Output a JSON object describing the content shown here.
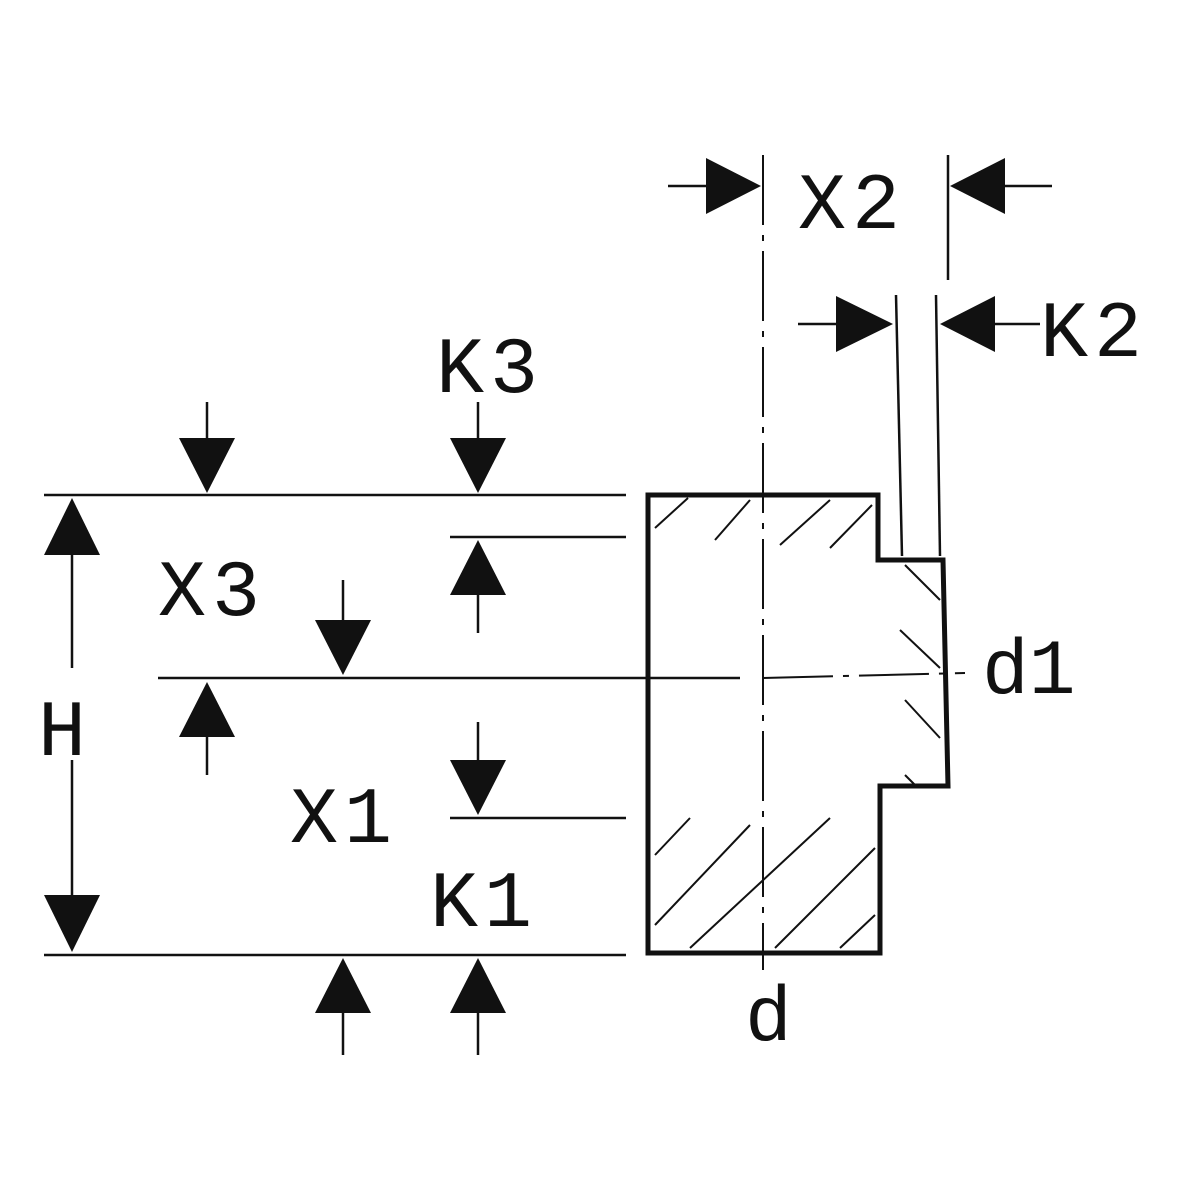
{
  "labels": {
    "x2": "X2",
    "k2": "K2",
    "k3": "K3",
    "x3": "X3",
    "h": "H",
    "d1": "d1",
    "x1": "X1",
    "k1": "K1",
    "d": "d"
  },
  "colors": {
    "line": "#111111",
    "background": "#ffffff"
  }
}
